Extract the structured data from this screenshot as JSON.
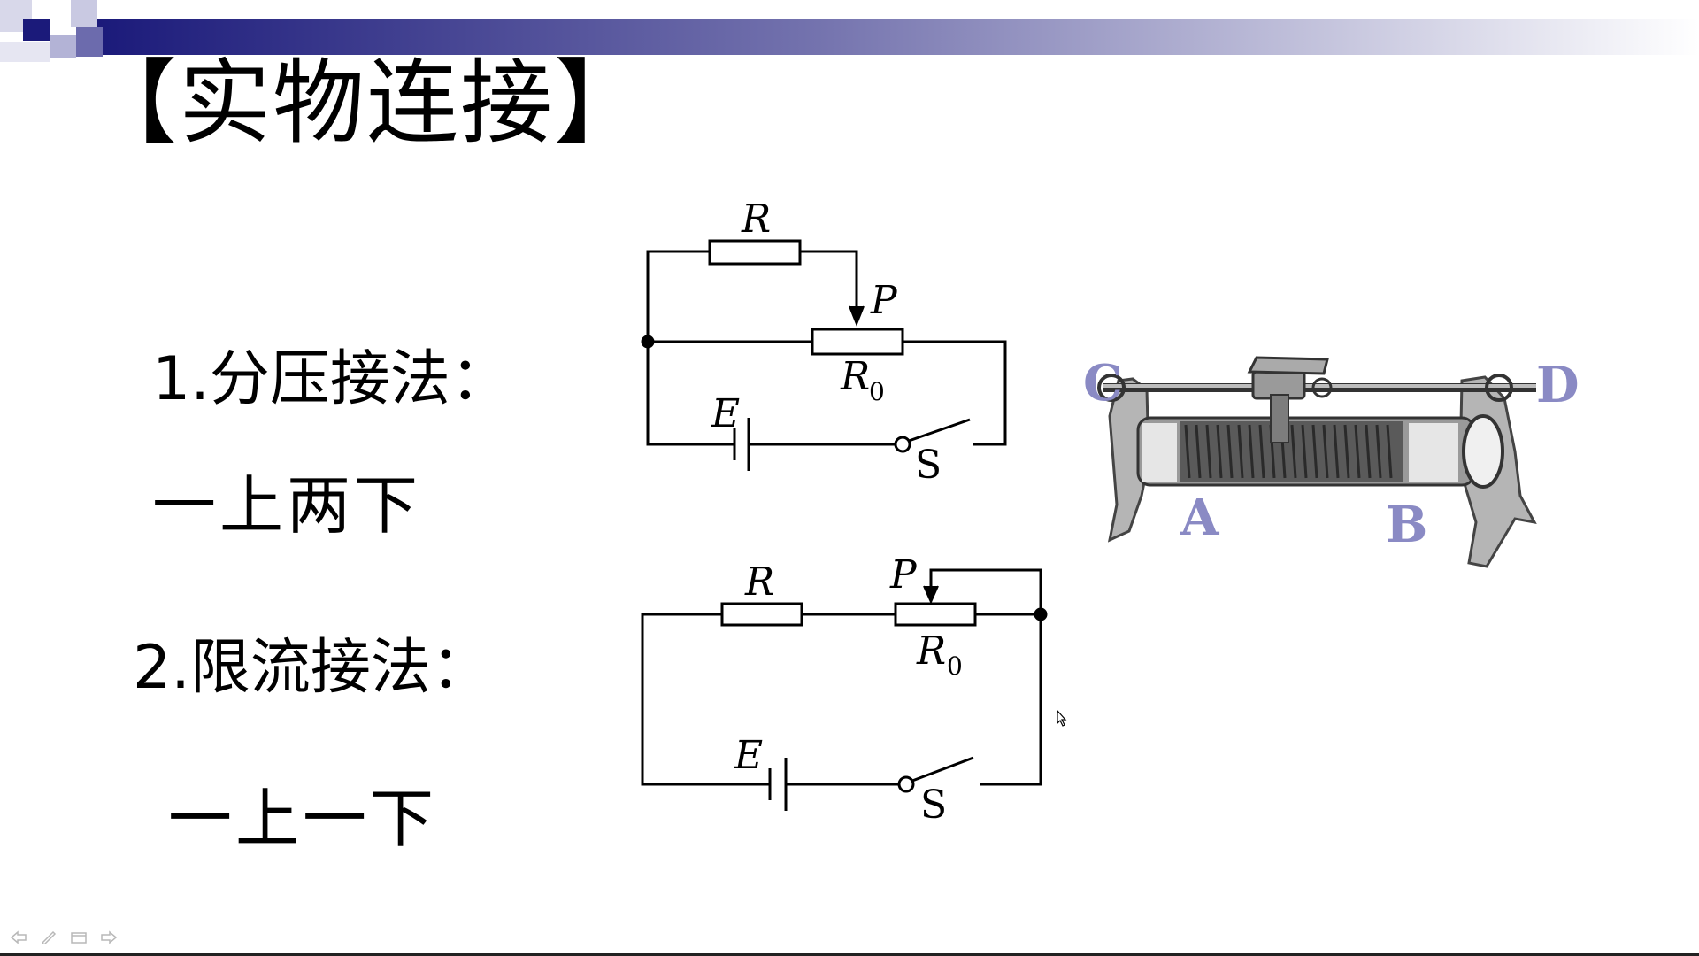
{
  "slide": {
    "title": "【实物连接】",
    "colors": {
      "header_dark": "#1b1a7a",
      "header_light": "#ffffff",
      "terminal_label": "#8a8ac4"
    }
  },
  "methods": [
    {
      "label": "1.分压接法：",
      "rule": "一上两下"
    },
    {
      "label": "2.限流接法：",
      "rule": "一上一下"
    }
  ],
  "circuit_divider": {
    "resistor": "R",
    "slider": "P",
    "rheostat": "R",
    "rheostat_sub": "0",
    "source": "E",
    "switch": "S"
  },
  "circuit_limiter": {
    "resistor": "R",
    "slider": "P",
    "rheostat": "R",
    "rheostat_sub": "0",
    "source": "E",
    "switch": "S"
  },
  "rheostat_terminals": {
    "top_left": "C",
    "top_right": "D",
    "bottom_left": "A",
    "bottom_right": "B"
  },
  "toolbar": {
    "prev_icon": "arrow-left-icon",
    "pen_icon": "pen-icon",
    "menu_icon": "slide-menu-icon",
    "next_icon": "arrow-right-icon"
  }
}
